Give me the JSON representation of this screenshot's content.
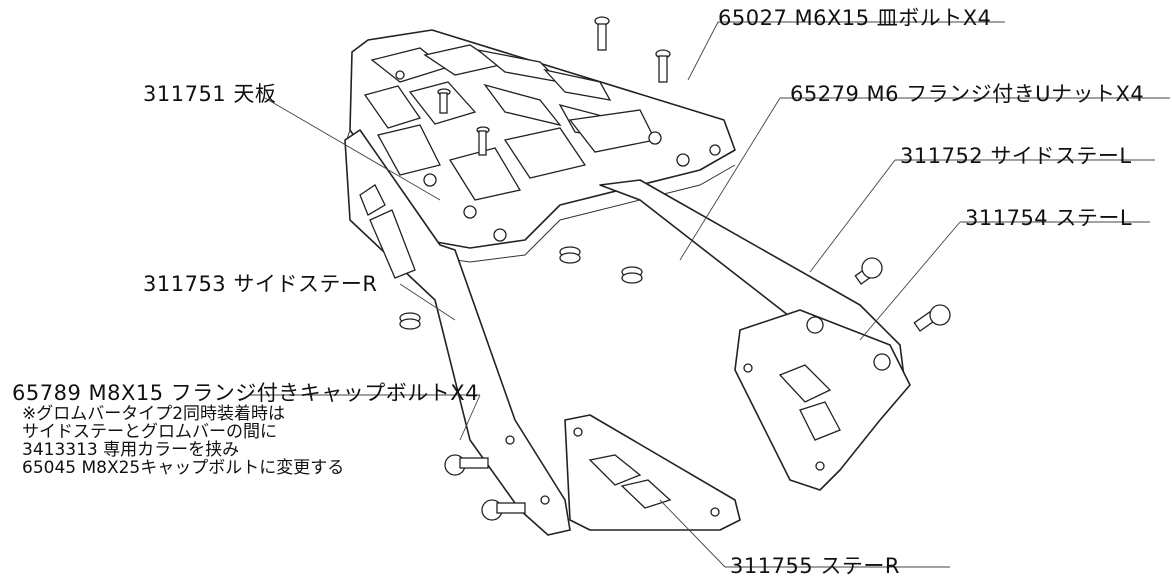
{
  "labels": {
    "bolt_65027": "65027  M6X15  皿ボルトX4",
    "top_plate": "311751  天板",
    "nut_65279": "65279  M6  フランジ付きUナットX4",
    "side_stay_l": "311752  サイドステーL",
    "stay_l": "311754  ステーL",
    "side_stay_r": "311753  サイドステーR",
    "bolt_65789": "65789 M8X15  フランジ付きキャップボルトX4",
    "stay_r": "311755  ステーR"
  },
  "note_lines": [
    "※グロムバータイプ2同時装着時は",
    "サイドステーとグロムバーの間に",
    "3413313  専用カラーを挟み",
    "65045  M8X25キャップボルトに変更する"
  ]
}
